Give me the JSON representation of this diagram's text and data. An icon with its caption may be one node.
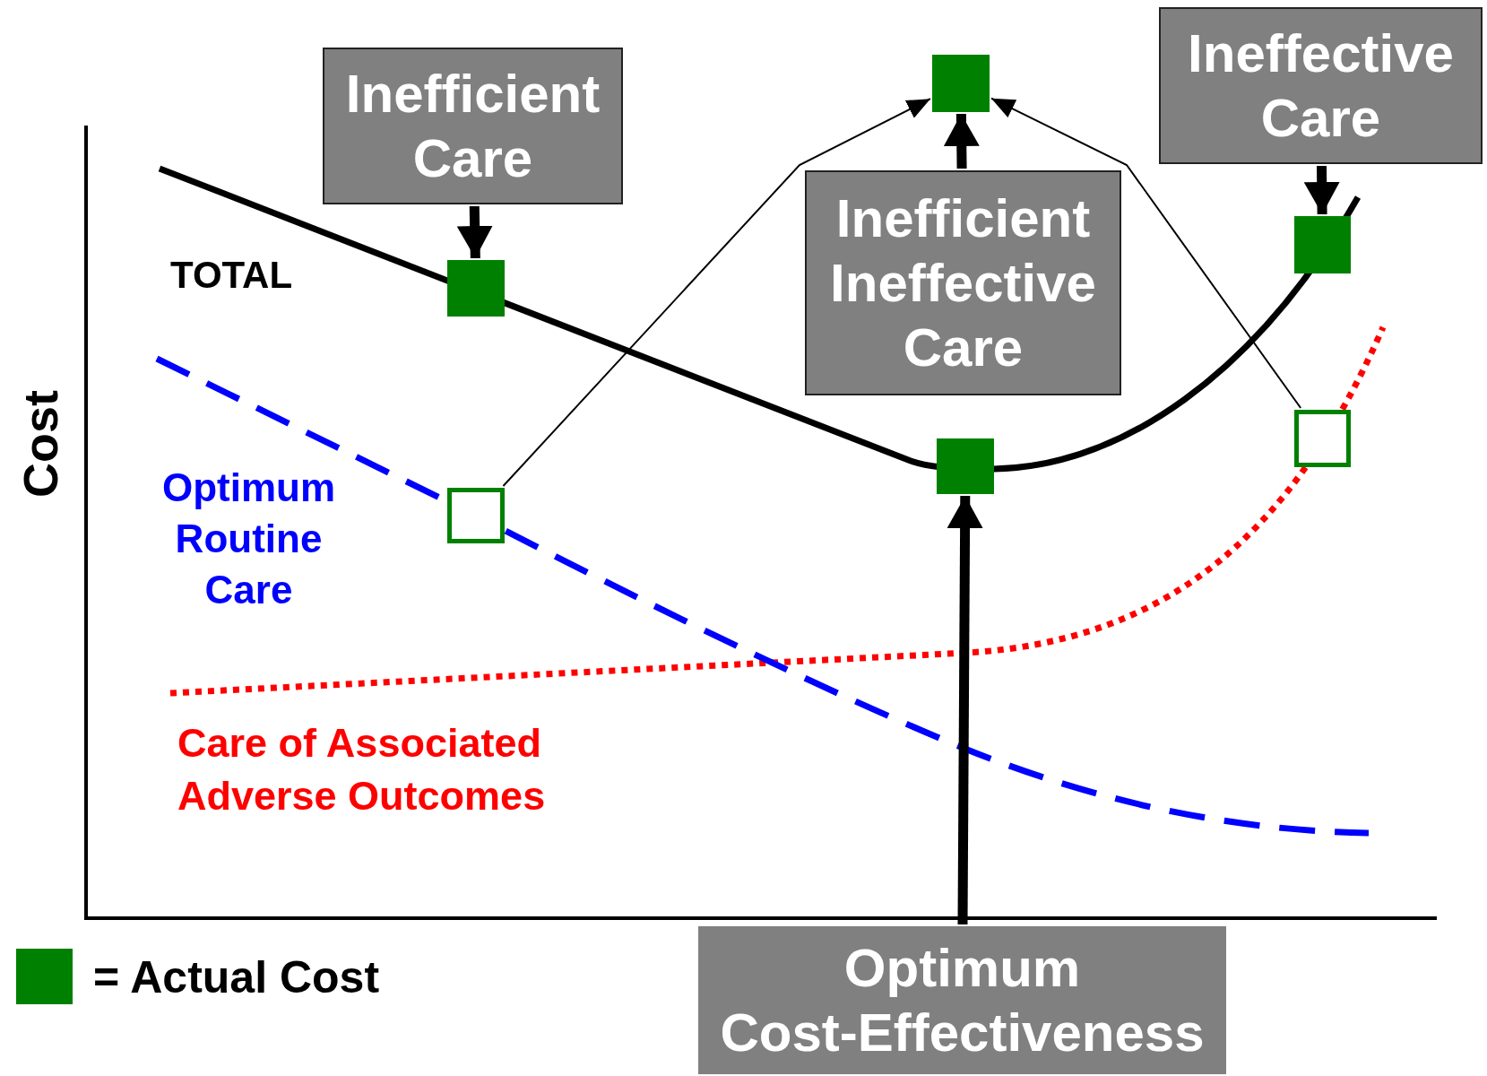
{
  "diagram": {
    "nodes": [
      {
        "text": [
          "Inefficient Care"
        ]
      },
      {
        "text": [
          "Ineffective Care"
        ]
      },
      {
        "text": [
          "Inefficient Ineffective Care"
        ]
      },
      {
        "text": [
          "Optimum Cost-Effectiveness"
        ]
      },
      {
        "text": [],
        "shape": "box"
      },
      {
        "text": [],
        "shape": "box"
      },
      {
        "text": [],
        "shape": "box"
      },
      {
        "text": [],
        "shape": "box"
      },
      {
        "text": [],
        "shape": "box"
      },
      {
        "text": [],
        "shape": "box"
      }
    ],
    "edges": [
      {
        "from": 0,
        "to": 5,
        "arrow": "to"
      },
      {
        "from": 2,
        "to": 4,
        "arrow": "to"
      },
      {
        "from": 8,
        "to": 4,
        "arrow": "to"
      },
      {
        "from": 9,
        "to": 4,
        "arrow": "to"
      },
      {
        "from": 1,
        "to": 7,
        "arrow": "to"
      },
      {
        "from": 3,
        "to": 6,
        "arrow": "to"
      }
    ],
    "labels": [
      "Cost",
      "TOTAL",
      "Optimum Routine Care",
      "Care of Associated Adverse Outcomes"
    ],
    "legend": [
      {
        "text": "= Actual Cost",
        "color": "#008000"
      }
    ]
  }
}
